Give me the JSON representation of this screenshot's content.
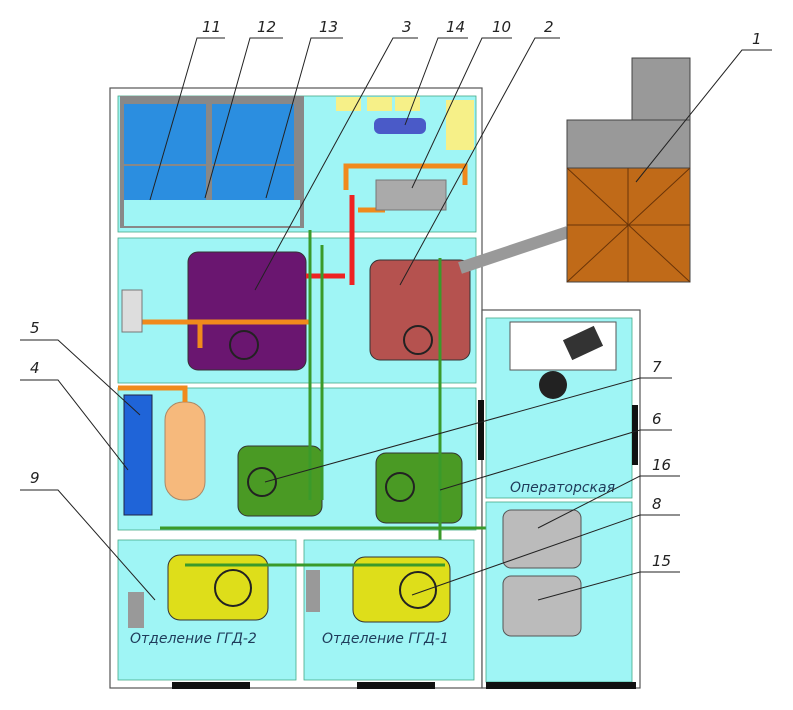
{
  "callouts": {
    "c1": "1",
    "c2": "2",
    "c3": "3",
    "c4": "4",
    "c5": "5",
    "c6": "6",
    "c7": "7",
    "c8": "8",
    "c9": "9",
    "c10": "10",
    "c11": "11",
    "c12": "12",
    "c13": "13",
    "c14": "14",
    "c15": "15",
    "c16": "16"
  },
  "rooms": {
    "operator": "Операторская",
    "ggd1": "Отделение ГГД-1",
    "ggd2": "Отделение ГГД-2"
  },
  "colors": {
    "floor": "#9ff5f5",
    "tank": "#2b8ee0",
    "purple_boiler": "#6a1670",
    "red_boiler": "#b5524f",
    "green_boiler": "#4a9a24",
    "yellow_unit": "#dede1a",
    "brown_building": "#c06a18"
  }
}
